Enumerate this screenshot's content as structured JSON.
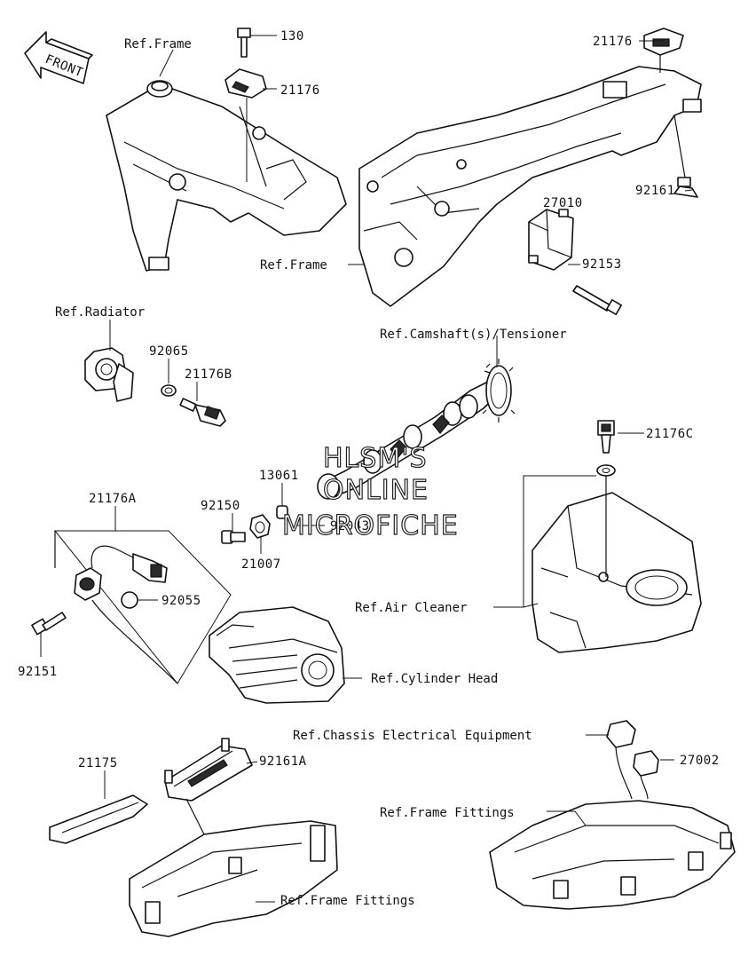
{
  "diagram": {
    "front_label": "FRONT",
    "watermark": [
      "HLSM'S",
      "ONLINE",
      "MICROFICHE"
    ],
    "refs": {
      "frame_top": "Ref.Frame",
      "frame_mid": "Ref.Frame",
      "radiator": "Ref.Radiator",
      "camshaft": "Ref.Camshaft(s)/Tensioner",
      "air_cleaner": "Ref.Air Cleaner",
      "cylinder_head": "Ref.Cylinder Head",
      "chassis_electrical": "Ref.Chassis Electrical Equipment",
      "frame_fittings_right": "Ref.Frame Fittings",
      "frame_fittings_bottom": "Ref.Frame Fittings"
    },
    "parts": {
      "p130": "130",
      "p21176_top": "21176",
      "p21176_right": "21176",
      "p92161": "92161",
      "p27010": "27010",
      "p92153": "92153",
      "p92065": "92065",
      "p21176B": "21176B",
      "p21176C": "21176C",
      "p13061": "13061",
      "p92150": "92150",
      "p92043": "92043",
      "p21007": "21007",
      "p21176A": "21176A",
      "p92055": "92055",
      "p92151": "92151",
      "p92161A": "92161A",
      "p21175": "21175",
      "p27002": "27002"
    }
  }
}
